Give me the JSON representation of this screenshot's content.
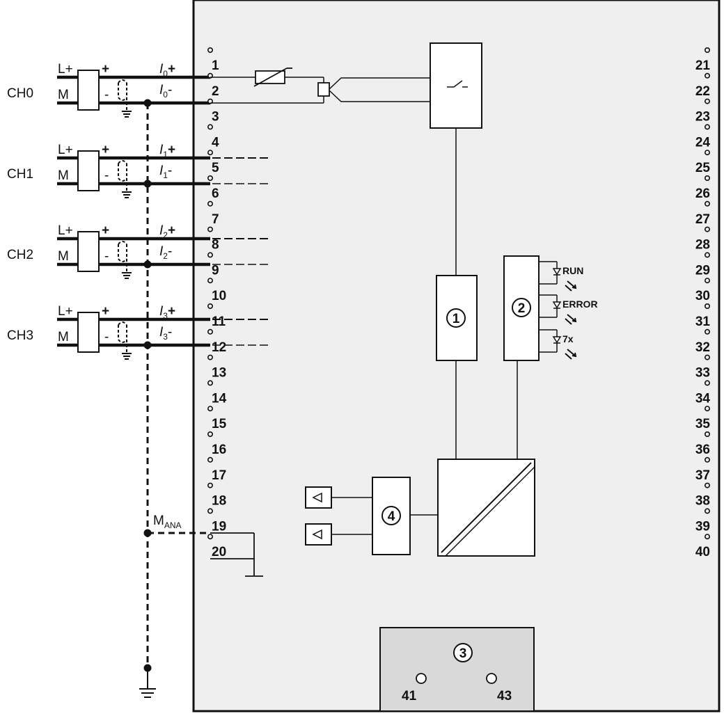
{
  "channels": [
    {
      "name": "CH0",
      "plus": "L+",
      "minus": "M",
      "sig_plus": "+",
      "sig_minus": "-",
      "in_p": "I",
      "in_p_sub": "0",
      "in_p_sign": "+",
      "in_m": "I",
      "in_m_sub": "0",
      "in_m_sign": "-"
    },
    {
      "name": "CH1",
      "plus": "L+",
      "minus": "M",
      "sig_plus": "+",
      "sig_minus": "-",
      "in_p": "I",
      "in_p_sub": "1",
      "in_p_sign": "+",
      "in_m": "I",
      "in_m_sub": "1",
      "in_m_sign": "-"
    },
    {
      "name": "CH2",
      "plus": "L+",
      "minus": "M",
      "sig_plus": "+",
      "sig_minus": "-",
      "in_p": "I",
      "in_p_sub": "2",
      "in_p_sign": "+",
      "in_m": "I",
      "in_m_sub": "2",
      "in_m_sign": "-"
    },
    {
      "name": "CH3",
      "plus": "L+",
      "minus": "M",
      "sig_plus": "+",
      "sig_minus": "-",
      "in_p": "I",
      "in_p_sub": "3",
      "in_p_sign": "+",
      "in_m": "I",
      "in_m_sub": "3",
      "in_m_sign": "-"
    }
  ],
  "terminals_left": [
    "1",
    "2",
    "3",
    "4",
    "5",
    "6",
    "7",
    "8",
    "9",
    "10",
    "11",
    "12",
    "13",
    "14",
    "15",
    "16",
    "17",
    "18",
    "19",
    "20"
  ],
  "terminals_right": [
    "21",
    "22",
    "23",
    "24",
    "25",
    "26",
    "27",
    "28",
    "29",
    "30",
    "31",
    "32",
    "33",
    "34",
    "35",
    "36",
    "37",
    "38",
    "39",
    "40"
  ],
  "m_ana": {
    "main": "M",
    "sub": "ANA"
  },
  "blocks": {
    "b1": "1",
    "b2": "2",
    "b3": "3",
    "b4": "4"
  },
  "leds": [
    "RUN",
    "ERROR",
    "7x"
  ],
  "bottom_terminals": [
    "41",
    "43"
  ],
  "colors": {
    "module_bg": "#efefef",
    "bottom_box": "#d9d9d9",
    "line": "#111111"
  }
}
